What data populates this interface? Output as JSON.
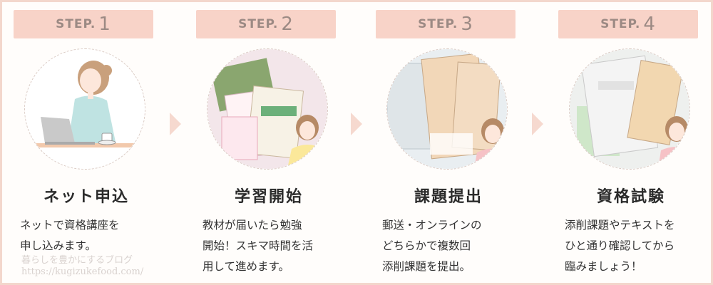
{
  "steps": [
    {
      "badge_word": "STEP.",
      "badge_num": "1",
      "title": "ネット申込",
      "desc": "ネットで資格講座を\n申し込みます。"
    },
    {
      "badge_word": "STEP.",
      "badge_num": "2",
      "title": "学習開始",
      "desc": "教材が届いたら勉強\n開始！スキマ時間を活\n用して進めます。"
    },
    {
      "badge_word": "STEP.",
      "badge_num": "3",
      "title": "課題提出",
      "desc": "郵送・オンラインの\nどちらかで複数回\n添削課題を提出。"
    },
    {
      "badge_word": "STEP.",
      "badge_num": "4",
      "title": "資格試験",
      "desc": "添削課題やテキストを\nひと通り確認してから\n臨みましょう！"
    }
  ],
  "watermark": {
    "line1": "暮らしを豊かにするブログ",
    "line2": "https://kugizukefood.com/"
  },
  "colors": {
    "badge": "#f8d3c8",
    "arrow": "#f6d9cf",
    "border": "#f3d7cc"
  }
}
